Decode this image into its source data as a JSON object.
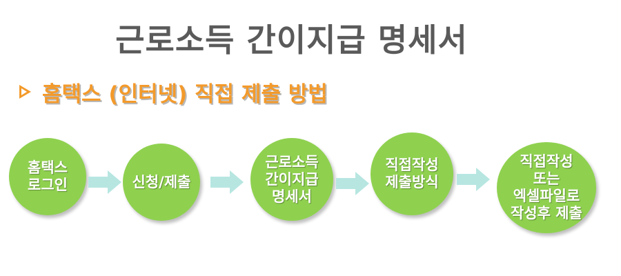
{
  "title": "근로소득 간이지급 명세서",
  "subtitle": "홈택스 (인터넷) 직접 제출 방법",
  "colors": {
    "title": "#5a5a5a",
    "subtitle": "#f39a2b",
    "node_fill": "#8fd14f",
    "arrow_fill": "#b7e6e1"
  },
  "steps": [
    {
      "lines": [
        "홈택스",
        "로그인"
      ]
    },
    {
      "lines": [
        "신청/제출"
      ]
    },
    {
      "lines": [
        "근로소득",
        "간이지급",
        "명세서"
      ]
    },
    {
      "lines": [
        "직접작성",
        "제출방식"
      ]
    },
    {
      "lines": [
        "직접작성",
        "또는",
        "엑셀파일로",
        "작성후 제출"
      ]
    }
  ]
}
